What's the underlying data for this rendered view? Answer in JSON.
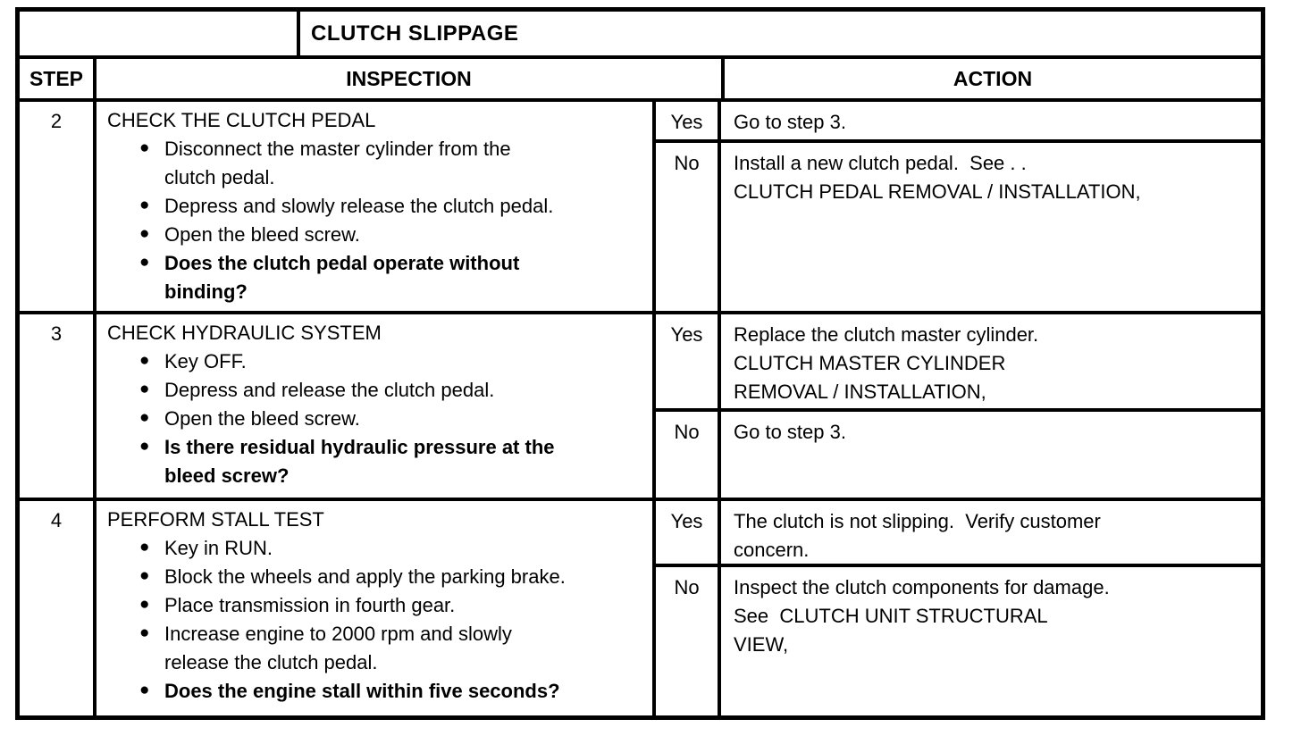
{
  "table": {
    "title": "CLUTCH SLIPPAGE",
    "headers": {
      "step": "STEP",
      "inspection": "INSPECTION",
      "action": "ACTION"
    }
  },
  "rows": [
    {
      "step": "2",
      "heading": "CHECK THE CLUTCH PEDAL",
      "bullets": [
        {
          "text": "Disconnect the master cylinder from the\nclutch pedal.",
          "bold": false
        },
        {
          "text": "Depress and slowly release the clutch pedal.",
          "bold": false
        },
        {
          "text": "Open the bleed screw.",
          "bold": false
        },
        {
          "text": "Does the clutch pedal operate without\nbinding?",
          "bold": true
        }
      ],
      "results": [
        {
          "answer": "Yes",
          "action": "Go to step 3."
        },
        {
          "answer": "No",
          "action": "Install a new clutch pedal.  See . .\nCLUTCH PEDAL REMOVAL / INSTALLATION,"
        }
      ]
    },
    {
      "step": "3",
      "heading": "CHECK HYDRAULIC SYSTEM",
      "bullets": [
        {
          "text": "Key OFF.",
          "bold": false
        },
        {
          "text": "Depress and release the clutch pedal.",
          "bold": false
        },
        {
          "text": "Open the bleed screw.",
          "bold": false
        },
        {
          "text": "Is there residual hydraulic pressure at the\nbleed screw?",
          "bold": true
        }
      ],
      "results": [
        {
          "answer": "Yes",
          "action": "Replace the clutch master cylinder.\nCLUTCH MASTER CYLINDER\nREMOVAL / INSTALLATION,"
        },
        {
          "answer": "No",
          "action": "Go to step 3."
        }
      ]
    },
    {
      "step": "4",
      "heading": "PERFORM STALL TEST",
      "bullets": [
        {
          "text": "Key in RUN.",
          "bold": false
        },
        {
          "text": "Block the wheels and apply the parking brake.",
          "bold": false
        },
        {
          "text": "Place transmission in fourth gear.",
          "bold": false
        },
        {
          "text": "Increase engine to 2000 rpm and slowly\nrelease the clutch pedal.",
          "bold": false
        },
        {
          "text": "Does the engine stall within five seconds?",
          "bold": true
        }
      ],
      "results": [
        {
          "answer": "Yes",
          "action": "The clutch is not slipping.  Verify customer\nconcern."
        },
        {
          "answer": "No",
          "action": "Inspect the clutch components for damage.\nSee  CLUTCH UNIT STRUCTURAL\nVIEW,"
        }
      ]
    }
  ]
}
